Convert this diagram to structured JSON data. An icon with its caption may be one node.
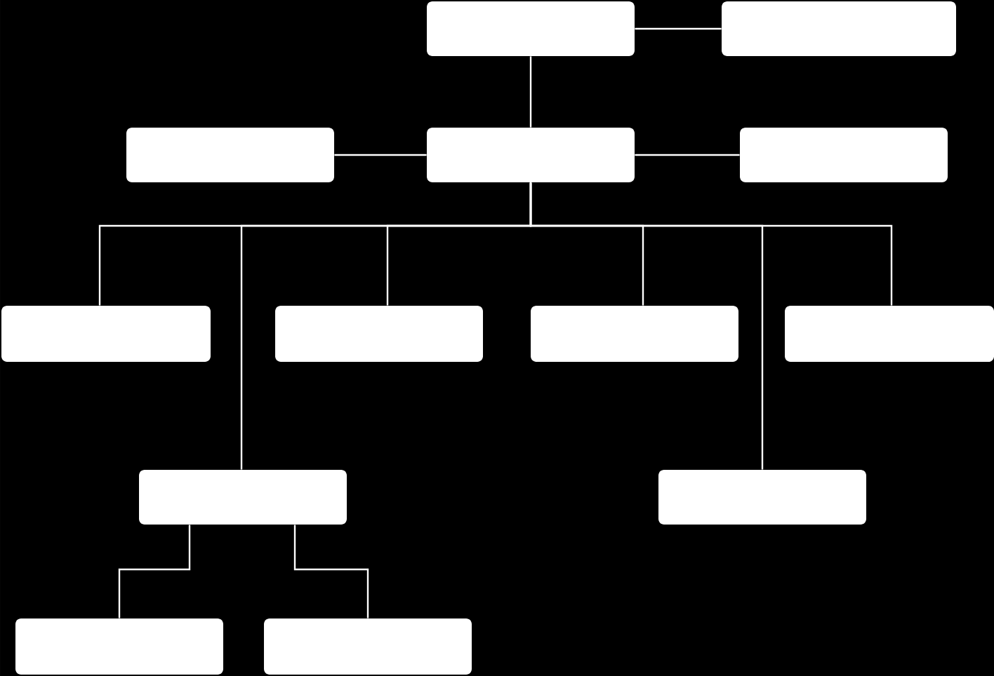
{
  "diagram": {
    "nodes": [
      {
        "text": [],
        "shape": "box"
      },
      {
        "text": [],
        "shape": "box"
      },
      {
        "text": [],
        "shape": "box"
      },
      {
        "text": [],
        "shape": "box"
      },
      {
        "text": [],
        "shape": "box"
      },
      {
        "text": [],
        "shape": "box"
      },
      {
        "text": [],
        "shape": "box"
      },
      {
        "text": [],
        "shape": "box"
      },
      {
        "text": [],
        "shape": "box"
      },
      {
        "text": [],
        "shape": "box"
      },
      {
        "text": [],
        "shape": "box"
      },
      {
        "text": [],
        "shape": "box"
      },
      {
        "text": [],
        "shape": "box"
      }
    ],
    "edges": [
      {
        "from": 0,
        "to": 1,
        "arrow": "none"
      },
      {
        "from": 0,
        "to": 3,
        "arrow": "none"
      },
      {
        "from": 2,
        "to": 3,
        "arrow": "none"
      },
      {
        "from": 3,
        "to": 4,
        "arrow": "none"
      },
      {
        "from": 3,
        "to": 5,
        "arrow": "none"
      },
      {
        "from": 3,
        "to": 6,
        "arrow": "none"
      },
      {
        "from": 3,
        "to": 7,
        "arrow": "none"
      },
      {
        "from": 3,
        "to": 8,
        "arrow": "none"
      },
      {
        "from": 3,
        "to": 9,
        "arrow": "none"
      },
      {
        "from": 3,
        "to": 10,
        "arrow": "none"
      },
      {
        "from": 9,
        "to": 11,
        "arrow": "none"
      },
      {
        "from": 9,
        "to": 12,
        "arrow": "none"
      }
    ]
  }
}
